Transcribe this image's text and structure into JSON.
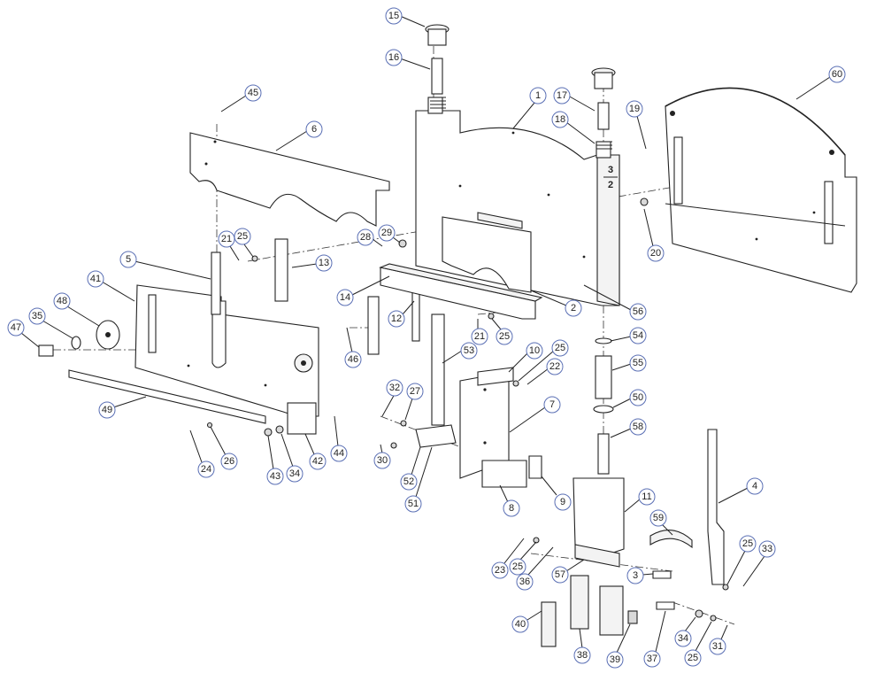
{
  "drawing": {
    "engraving_top": "3",
    "engraving_bottom": "2"
  },
  "callouts": [
    {
      "id": "c15",
      "label": "15"
    },
    {
      "id": "c16",
      "label": "16"
    },
    {
      "id": "c17",
      "label": "17"
    },
    {
      "id": "c18",
      "label": "18"
    },
    {
      "id": "c19",
      "label": "19"
    },
    {
      "id": "c1",
      "label": "1"
    },
    {
      "id": "c60",
      "label": "60"
    },
    {
      "id": "c45",
      "label": "45"
    },
    {
      "id": "c6",
      "label": "6"
    },
    {
      "id": "c29",
      "label": "29"
    },
    {
      "id": "c28",
      "label": "28"
    },
    {
      "id": "c21a",
      "label": "21"
    },
    {
      "id": "c25a",
      "label": "25"
    },
    {
      "id": "c13",
      "label": "13"
    },
    {
      "id": "c5",
      "label": "5"
    },
    {
      "id": "c41",
      "label": "41"
    },
    {
      "id": "c14",
      "label": "14"
    },
    {
      "id": "c20",
      "label": "20"
    },
    {
      "id": "c2",
      "label": "2"
    },
    {
      "id": "c56",
      "label": "56"
    },
    {
      "id": "c48",
      "label": "48"
    },
    {
      "id": "c35",
      "label": "35"
    },
    {
      "id": "c47",
      "label": "47"
    },
    {
      "id": "c12",
      "label": "12"
    },
    {
      "id": "c21b",
      "label": "21"
    },
    {
      "id": "c25b",
      "label": "25"
    },
    {
      "id": "c46",
      "label": "46"
    },
    {
      "id": "c53",
      "label": "53"
    },
    {
      "id": "c54",
      "label": "54"
    },
    {
      "id": "c25c",
      "label": "25"
    },
    {
      "id": "c10",
      "label": "10"
    },
    {
      "id": "c22",
      "label": "22"
    },
    {
      "id": "c55",
      "label": "55"
    },
    {
      "id": "c49",
      "label": "49"
    },
    {
      "id": "c32",
      "label": "32"
    },
    {
      "id": "c27",
      "label": "27"
    },
    {
      "id": "c7",
      "label": "7"
    },
    {
      "id": "c50",
      "label": "50"
    },
    {
      "id": "c58",
      "label": "58"
    },
    {
      "id": "c44",
      "label": "44"
    },
    {
      "id": "c24",
      "label": "24"
    },
    {
      "id": "c26",
      "label": "26"
    },
    {
      "id": "c43",
      "label": "43"
    },
    {
      "id": "c34a",
      "label": "34"
    },
    {
      "id": "c42",
      "label": "42"
    },
    {
      "id": "c30",
      "label": "30"
    },
    {
      "id": "c52",
      "label": "52"
    },
    {
      "id": "c51",
      "label": "51"
    },
    {
      "id": "c8",
      "label": "8"
    },
    {
      "id": "c9",
      "label": "9"
    },
    {
      "id": "c4",
      "label": "4"
    },
    {
      "id": "c11",
      "label": "11"
    },
    {
      "id": "c59",
      "label": "59"
    },
    {
      "id": "c25d",
      "label": "25"
    },
    {
      "id": "c33",
      "label": "33"
    },
    {
      "id": "c23",
      "label": "23"
    },
    {
      "id": "c25e",
      "label": "25"
    },
    {
      "id": "c36",
      "label": "36"
    },
    {
      "id": "c57",
      "label": "57"
    },
    {
      "id": "c3",
      "label": "3"
    },
    {
      "id": "c40",
      "label": "40"
    },
    {
      "id": "c38",
      "label": "38"
    },
    {
      "id": "c39",
      "label": "39"
    },
    {
      "id": "c37",
      "label": "37"
    },
    {
      "id": "c34b",
      "label": "34"
    },
    {
      "id": "c25f",
      "label": "25"
    },
    {
      "id": "c31",
      "label": "31"
    }
  ]
}
